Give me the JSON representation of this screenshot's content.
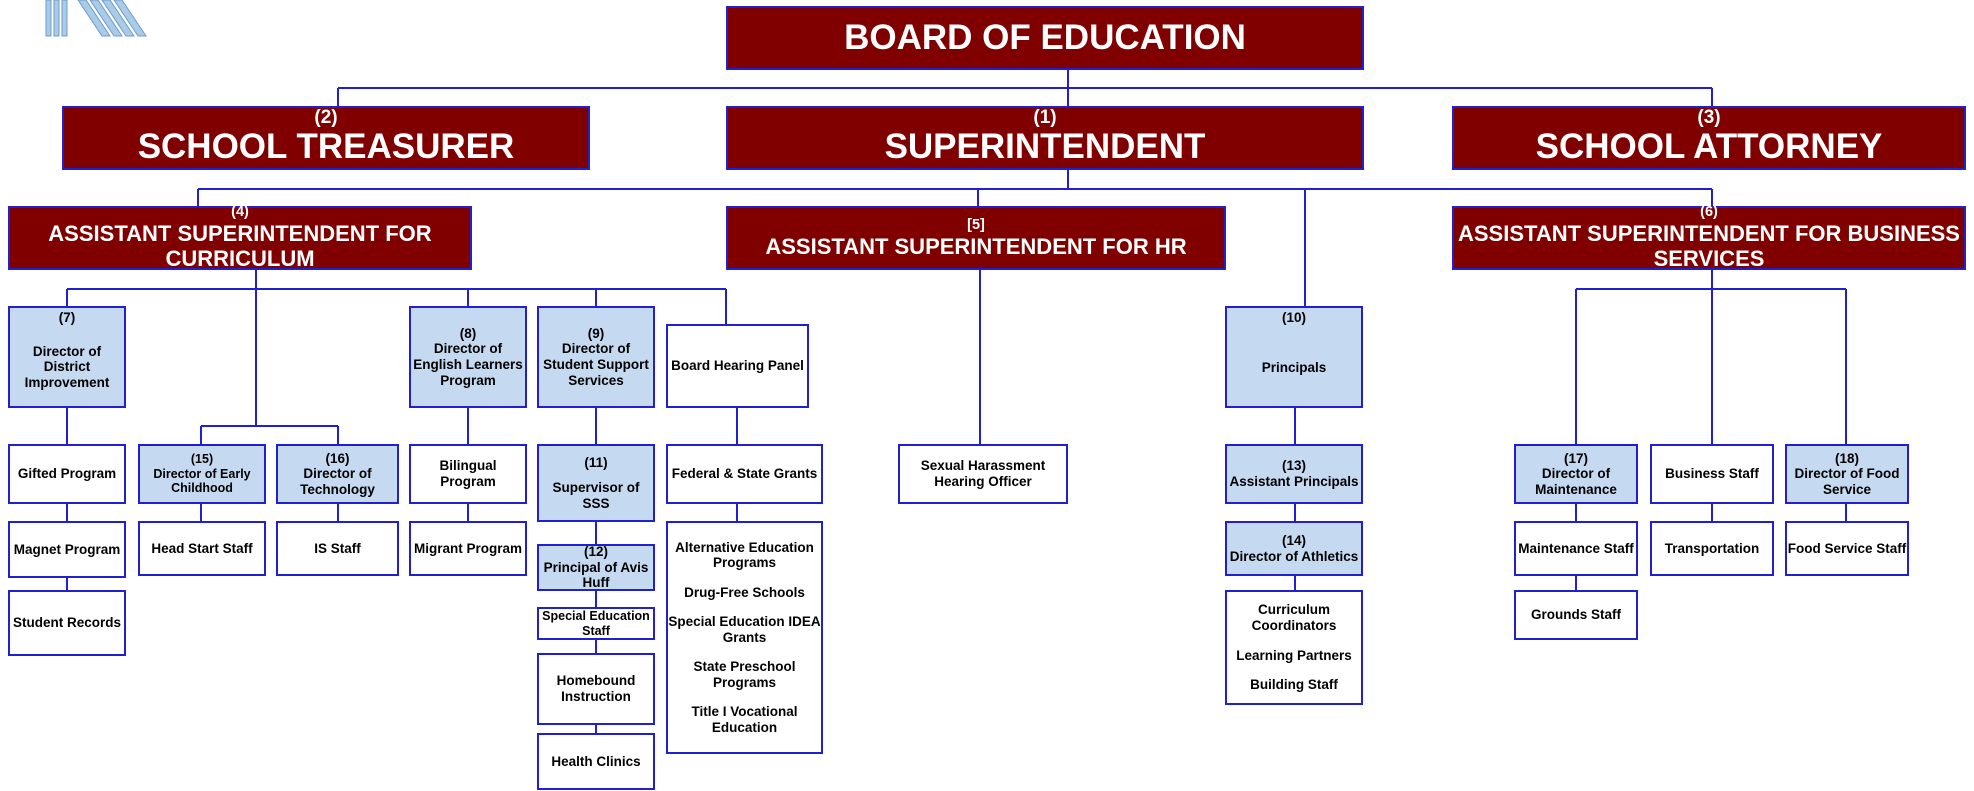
{
  "chart": {
    "board": "BOARD OF EDUCATION",
    "treasurer": {
      "num": "(2)",
      "title": "SCHOOL TREASURER"
    },
    "superintendent": {
      "num": "(1)",
      "title": "SUPERINTENDENT"
    },
    "attorney": {
      "num": "(3)",
      "title": "SCHOOL ATTORNEY"
    },
    "asst_curriculum": {
      "num": "(4)",
      "title": "ASSISTANT SUPERINTENDENT FOR CURRICULUM"
    },
    "asst_hr": {
      "num": "[5]",
      "title": "ASSISTANT SUPERINTENDENT FOR HR"
    },
    "asst_business": {
      "num": "(6)",
      "title": "ASSISTANT SUPERINTENDENT FOR BUSINESS SERVICES"
    },
    "dir_district": {
      "num": "(7)",
      "title": "Director of District Improvement"
    },
    "gifted": "Gifted Program",
    "magnet": "Magnet Program",
    "student_records": "Student Records",
    "dir_early": {
      "num": "(15)",
      "title": "Director of Early Childhood"
    },
    "dir_tech": {
      "num": "(16)",
      "title": "Director of Technology"
    },
    "head_start": "Head Start Staff",
    "is_staff": "IS Staff",
    "dir_english": {
      "num": "(8)",
      "title": "Director of English Learners Program"
    },
    "bilingual": "Bilingual Program",
    "migrant": "Migrant Program",
    "dir_sss": {
      "num": "(9)",
      "title": "Director of Student Support Services"
    },
    "supervisor_sss": {
      "num": "(11)",
      "title": "Supervisor of SSS"
    },
    "principal_avis": {
      "num": "(12)",
      "title": "Principal of Avis Huff"
    },
    "special_ed": "Special Education Staff",
    "homebound": "Homebound Instruction",
    "health": "Health Clinics",
    "hearing_panel": "Board Hearing Panel",
    "grants": "Federal & State Grants",
    "grant_programs": [
      "Alternative Education Programs",
      "Drug-Free Schools",
      "Special Education IDEA Grants",
      "State Preschool Programs",
      "Title I Vocational Education"
    ],
    "harassment_officer": "Sexual Harassment Hearing Officer",
    "principals": {
      "num": "(10)",
      "title": "Principals"
    },
    "asst_principals": {
      "num": "(13)",
      "title": "Assistant Principals"
    },
    "dir_athletics": {
      "num": "(14)",
      "title": "Director of Athletics"
    },
    "principal_staff": [
      "Curriculum Coordinators",
      "Learning Partners",
      "Building Staff"
    ],
    "dir_maintenance": {
      "num": "(17)",
      "title": "Director of Maintenance"
    },
    "maintenance_staff": "Maintenance Staff",
    "grounds_staff": "Grounds Staff",
    "business_staff": "Business Staff",
    "transportation": "Transportation",
    "dir_food": {
      "num": "(18)",
      "title": "Director of Food Service"
    },
    "food_staff": "Food Service Staff"
  },
  "colors": {
    "header_fill": "#800000",
    "director_fill": "#c5d9f1",
    "connector": "#2020d0"
  }
}
